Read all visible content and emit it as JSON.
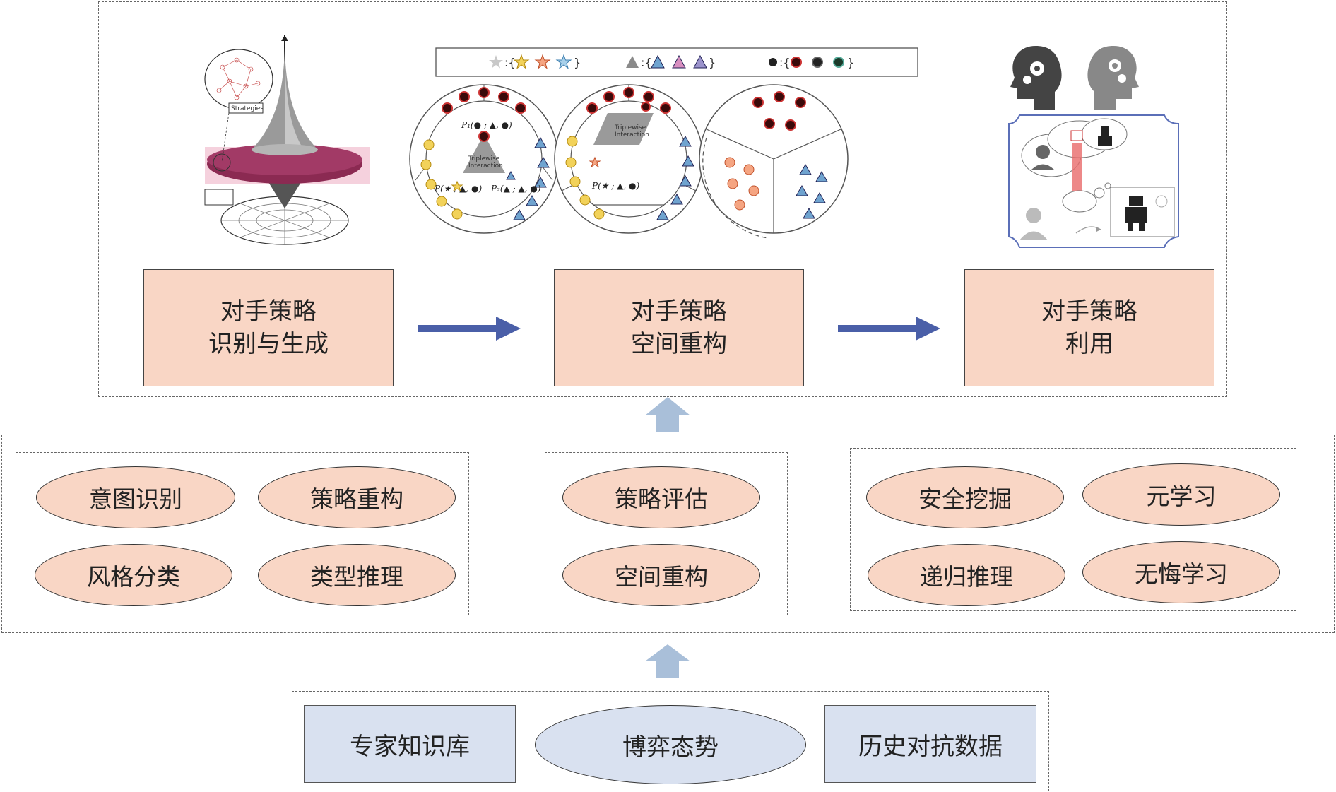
{
  "stages": [
    {
      "line1": "对手策略",
      "line2": "识别与生成"
    },
    {
      "line1": "对手策略",
      "line2": "空间重构"
    },
    {
      "line1": "对手策略",
      "line2": "利用"
    }
  ],
  "techniques": {
    "group1": [
      "意图识别",
      "策略重构",
      "风格分类",
      "类型推理"
    ],
    "group2": [
      "策略评估",
      "空间重构"
    ],
    "group3": [
      "安全挖掘",
      "元学习",
      "递归推理",
      "无悔学习"
    ]
  },
  "inputs": {
    "left": "专家知识库",
    "center": "博弈态势",
    "right": "历史对抗数据"
  },
  "illustrations": {
    "strategies_label": "Strategies",
    "triplewise_label": "Triplewise Interaction",
    "prob_top": "P₁(● ; ▲, ●)",
    "prob_left": "P(★ ; ▲, ●)",
    "prob_right": "P₂(▲ ; ▲, ●)",
    "prob_mid": "P(★ ; ▲, ●)"
  },
  "colors": {
    "stage_fill": "#f9d6c5",
    "input_fill": "#d9e1f0",
    "arrow_blue": "#4a5fa8",
    "arrow_light": "#a9bfd9",
    "spinner_crimson": "#8b2a52"
  }
}
